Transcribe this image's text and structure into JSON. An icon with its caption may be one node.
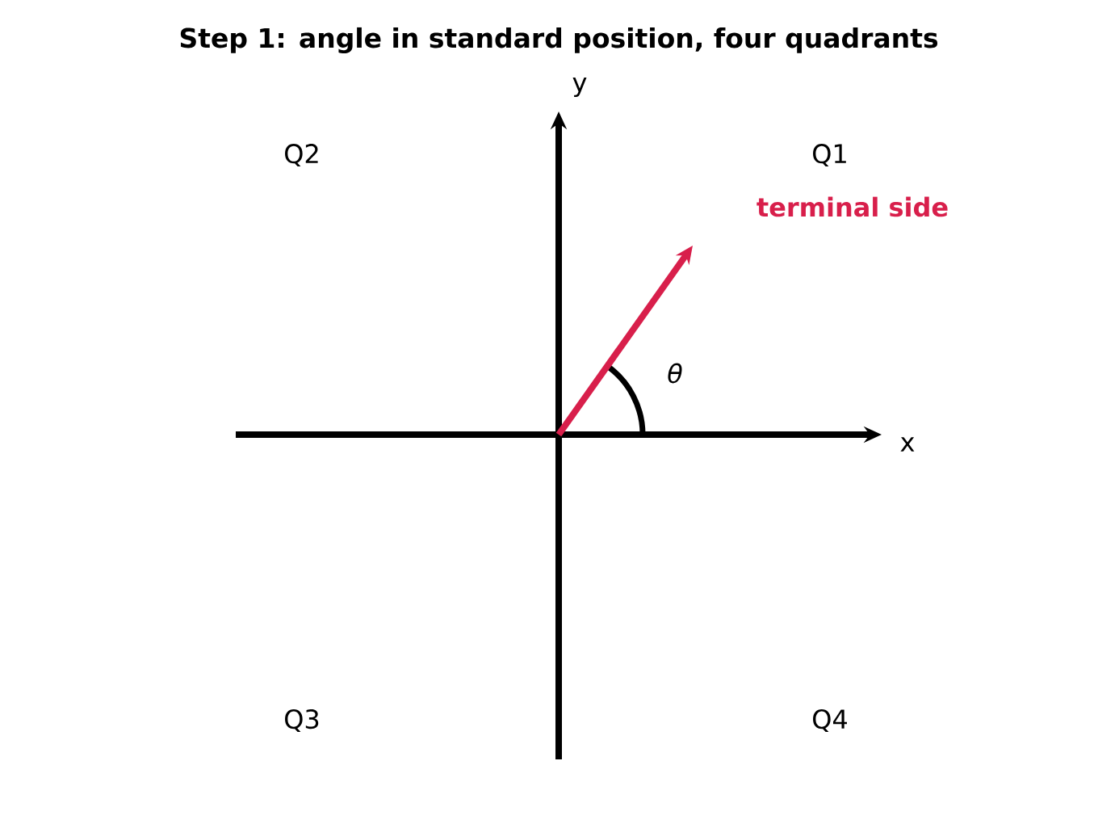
{
  "diagram": {
    "title": "Step 1: angle in standard position, four quadrants",
    "labels": [
      "y",
      "Q2",
      "Q1",
      "terminal side",
      "θ",
      "x",
      "Q3",
      "Q4"
    ]
  }
}
